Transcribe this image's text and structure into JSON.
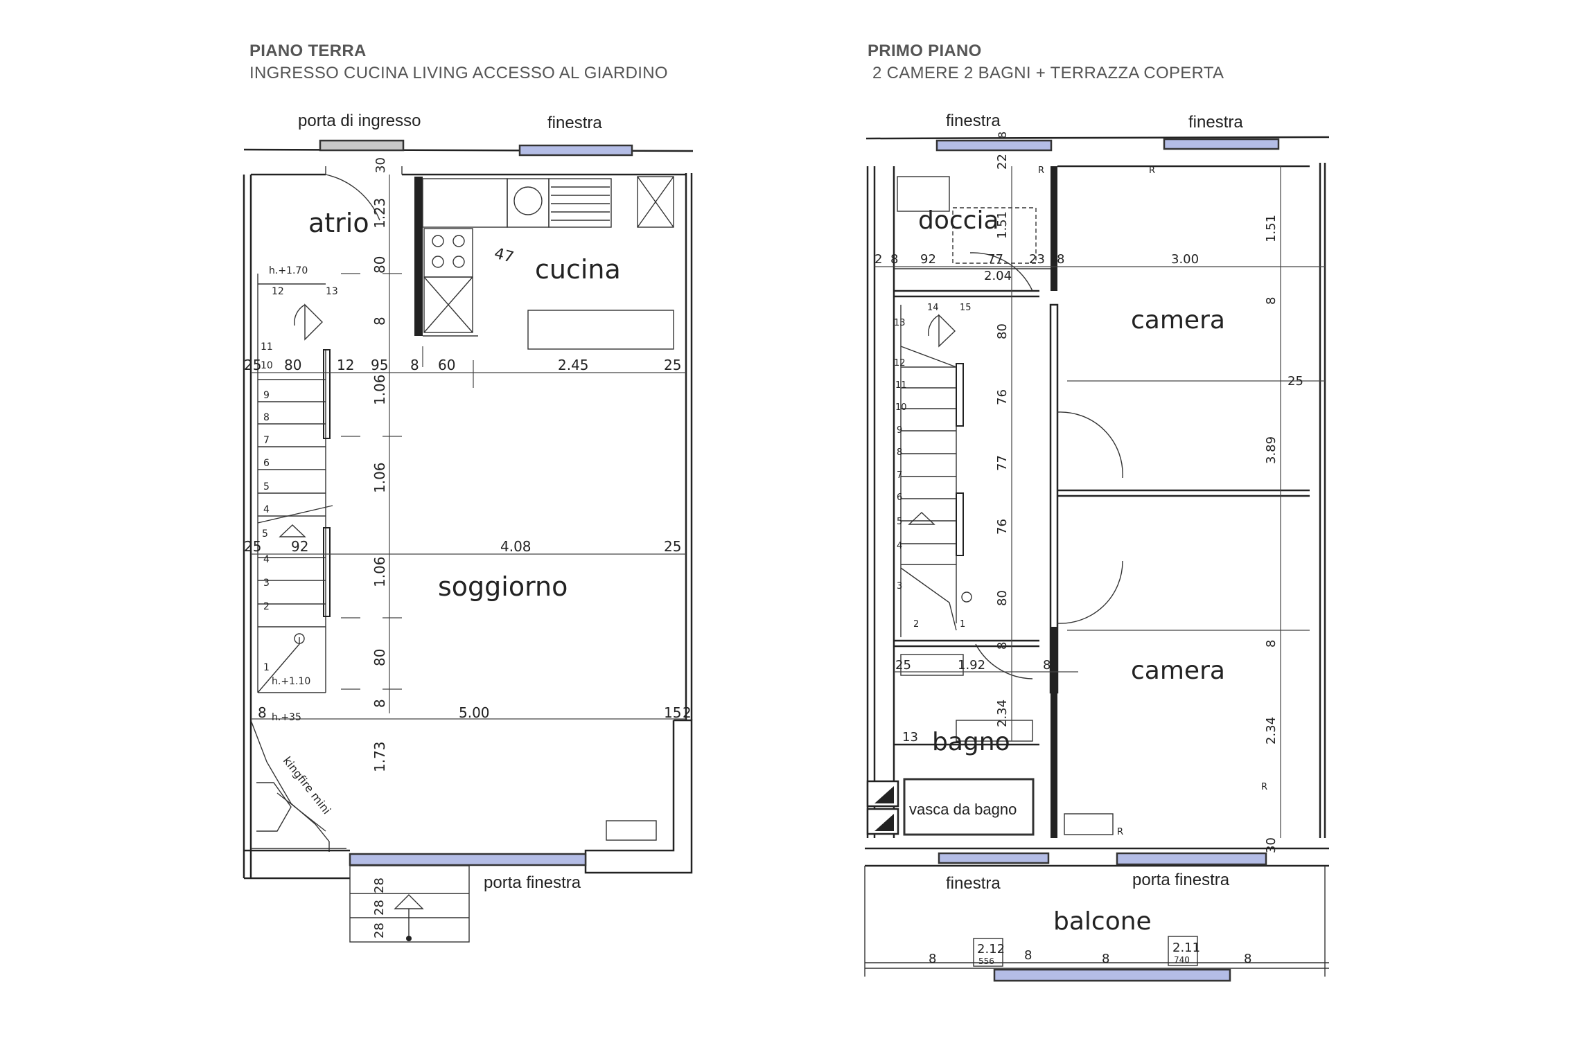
{
  "ground_floor": {
    "title": "PIANO TERRA",
    "subtitle": "INGRESSO CUCINA LIVING ACCESSO AL GIARDINO",
    "labels": {
      "entrance_door": "porta di ingresso",
      "window": "finestra",
      "french_door": "porta finestra"
    },
    "rooms": {
      "atrio": "atrio",
      "cucina": "cucina",
      "soggiorno": "soggiorno"
    },
    "notes": {
      "h170": "h.+1.70",
      "h110": "h.+1.10",
      "h35": "h.+35",
      "stair_note": "kingfire mini",
      "kitchen_mark": "47"
    },
    "dims": [
      "1.23",
      "80",
      "8",
      "25",
      "80",
      "12",
      "95",
      "8",
      "60",
      "2.45",
      "25",
      "1.06",
      "1.06",
      "25",
      "92",
      "4.08",
      "25",
      "1.06",
      "80",
      "8",
      "8",
      "5.00",
      "15",
      "2",
      "1.73",
      "30",
      "28",
      "28",
      "28"
    ],
    "stair_numbers": [
      "12",
      "13",
      "11",
      "10",
      "9",
      "8",
      "7",
      "6",
      "5",
      "4",
      "5",
      "4",
      "3",
      "2",
      "1"
    ]
  },
  "first_floor": {
    "title": "PRIMO PIANO",
    "subtitle": " 2 CAMERE 2 BAGNI + TERRAZZA COPERTA",
    "labels": {
      "window_top_left": "finestra",
      "window_top_right": "finestra",
      "window_bottom": "finestra",
      "french_door": "porta finestra",
      "bathtub": "vasca da bagno"
    },
    "rooms": {
      "doccia": "doccia",
      "camera_top": "camera",
      "camera_bottom": "camera",
      "bagno": "bagno",
      "balcone": "balcone"
    },
    "dims": [
      "8",
      "22",
      "1.51",
      "2",
      "8",
      "92",
      "77",
      "23",
      "8",
      "2.04",
      "3.00",
      "1.51",
      "8",
      "80",
      "76",
      "77",
      "76",
      "80",
      "8",
      "25",
      "3.89",
      "8",
      "25",
      "1.92",
      "8",
      "2.34",
      "13",
      "2.34",
      "30",
      "8",
      "8",
      "8",
      "8",
      "2.12",
      "556",
      "2.11",
      "740"
    ],
    "stair_numbers": [
      "14",
      "15",
      "13",
      "12",
      "11",
      "10",
      "9",
      "8",
      "7",
      "6",
      "5",
      "4",
      "3",
      "2",
      "1"
    ],
    "marks": [
      "R",
      "R",
      "R",
      "R"
    ]
  },
  "colors": {
    "window_fill": "#b4bde6",
    "door_fill": "#c8c8c8",
    "wall": "#222222",
    "heading": "#555555"
  }
}
